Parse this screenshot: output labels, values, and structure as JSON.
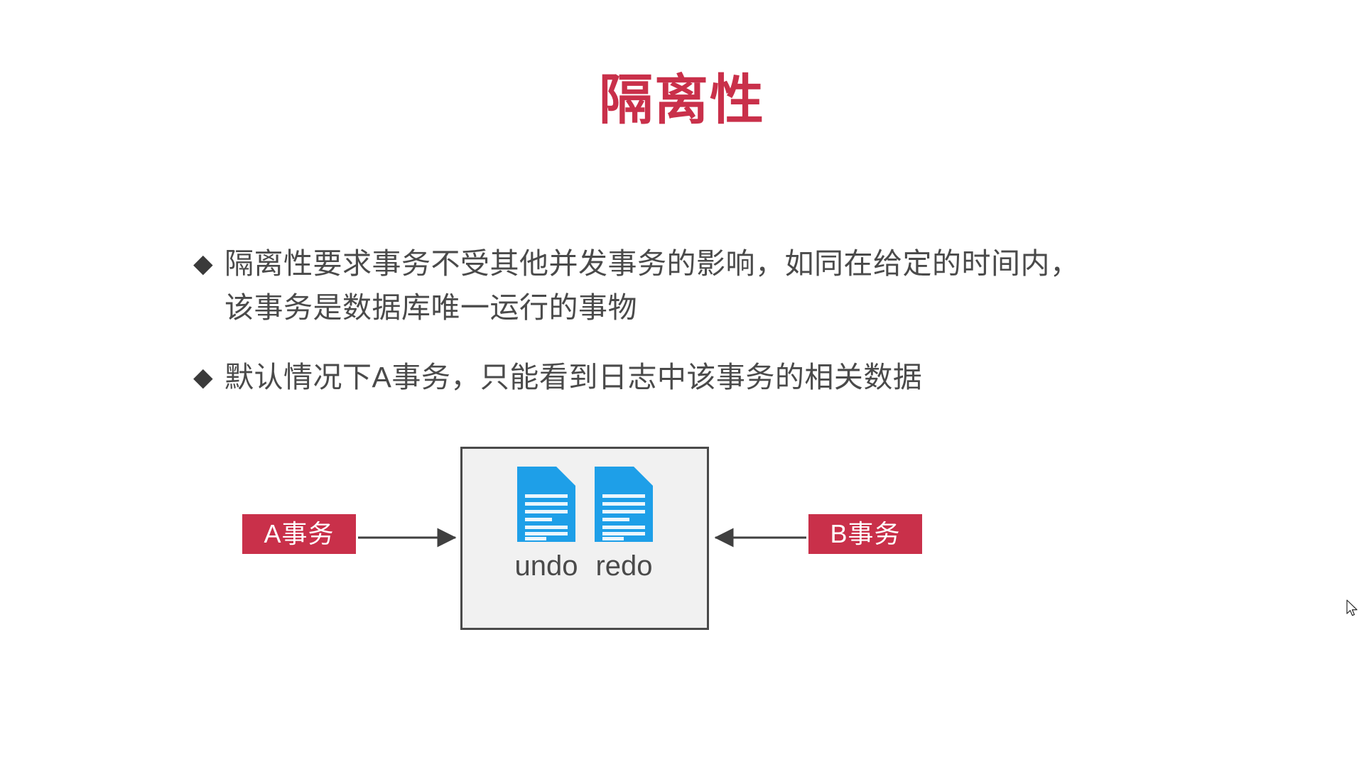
{
  "slide": {
    "title": "隔离性",
    "title_color": "#C9304A",
    "background_color": "#FFFFFF",
    "bullets": [
      {
        "marker": "◆",
        "line1": "隔离性要求事务不受其他并发事务的影响，如同在给定的时间内，",
        "line2": "该事务是数据库唯一运行的事物"
      },
      {
        "marker": "◆",
        "line1": "默认情况下A事务，只能看到日志中该事务的相关数据",
        "line2": ""
      }
    ]
  },
  "diagram": {
    "left_node": {
      "label": "A事务",
      "fill": "#C9304A",
      "text_color": "#FFFFFF"
    },
    "right_node": {
      "label": "B事务",
      "fill": "#C9304A",
      "text_color": "#FFFFFF"
    },
    "log_container": {
      "fill": "#F1F1F1",
      "border_color": "#4A4A4A"
    },
    "documents": [
      {
        "label": "undo",
        "icon": "document-icon",
        "color": "#1E9FE8"
      },
      {
        "label": "redo",
        "icon": "document-icon",
        "color": "#1E9FE8"
      }
    ],
    "arrows": [
      {
        "name": "arrow-a-to-log",
        "direction": "right"
      },
      {
        "name": "arrow-b-to-log",
        "direction": "left"
      }
    ]
  },
  "cursor": {
    "icon": "mouse-pointer-icon"
  }
}
